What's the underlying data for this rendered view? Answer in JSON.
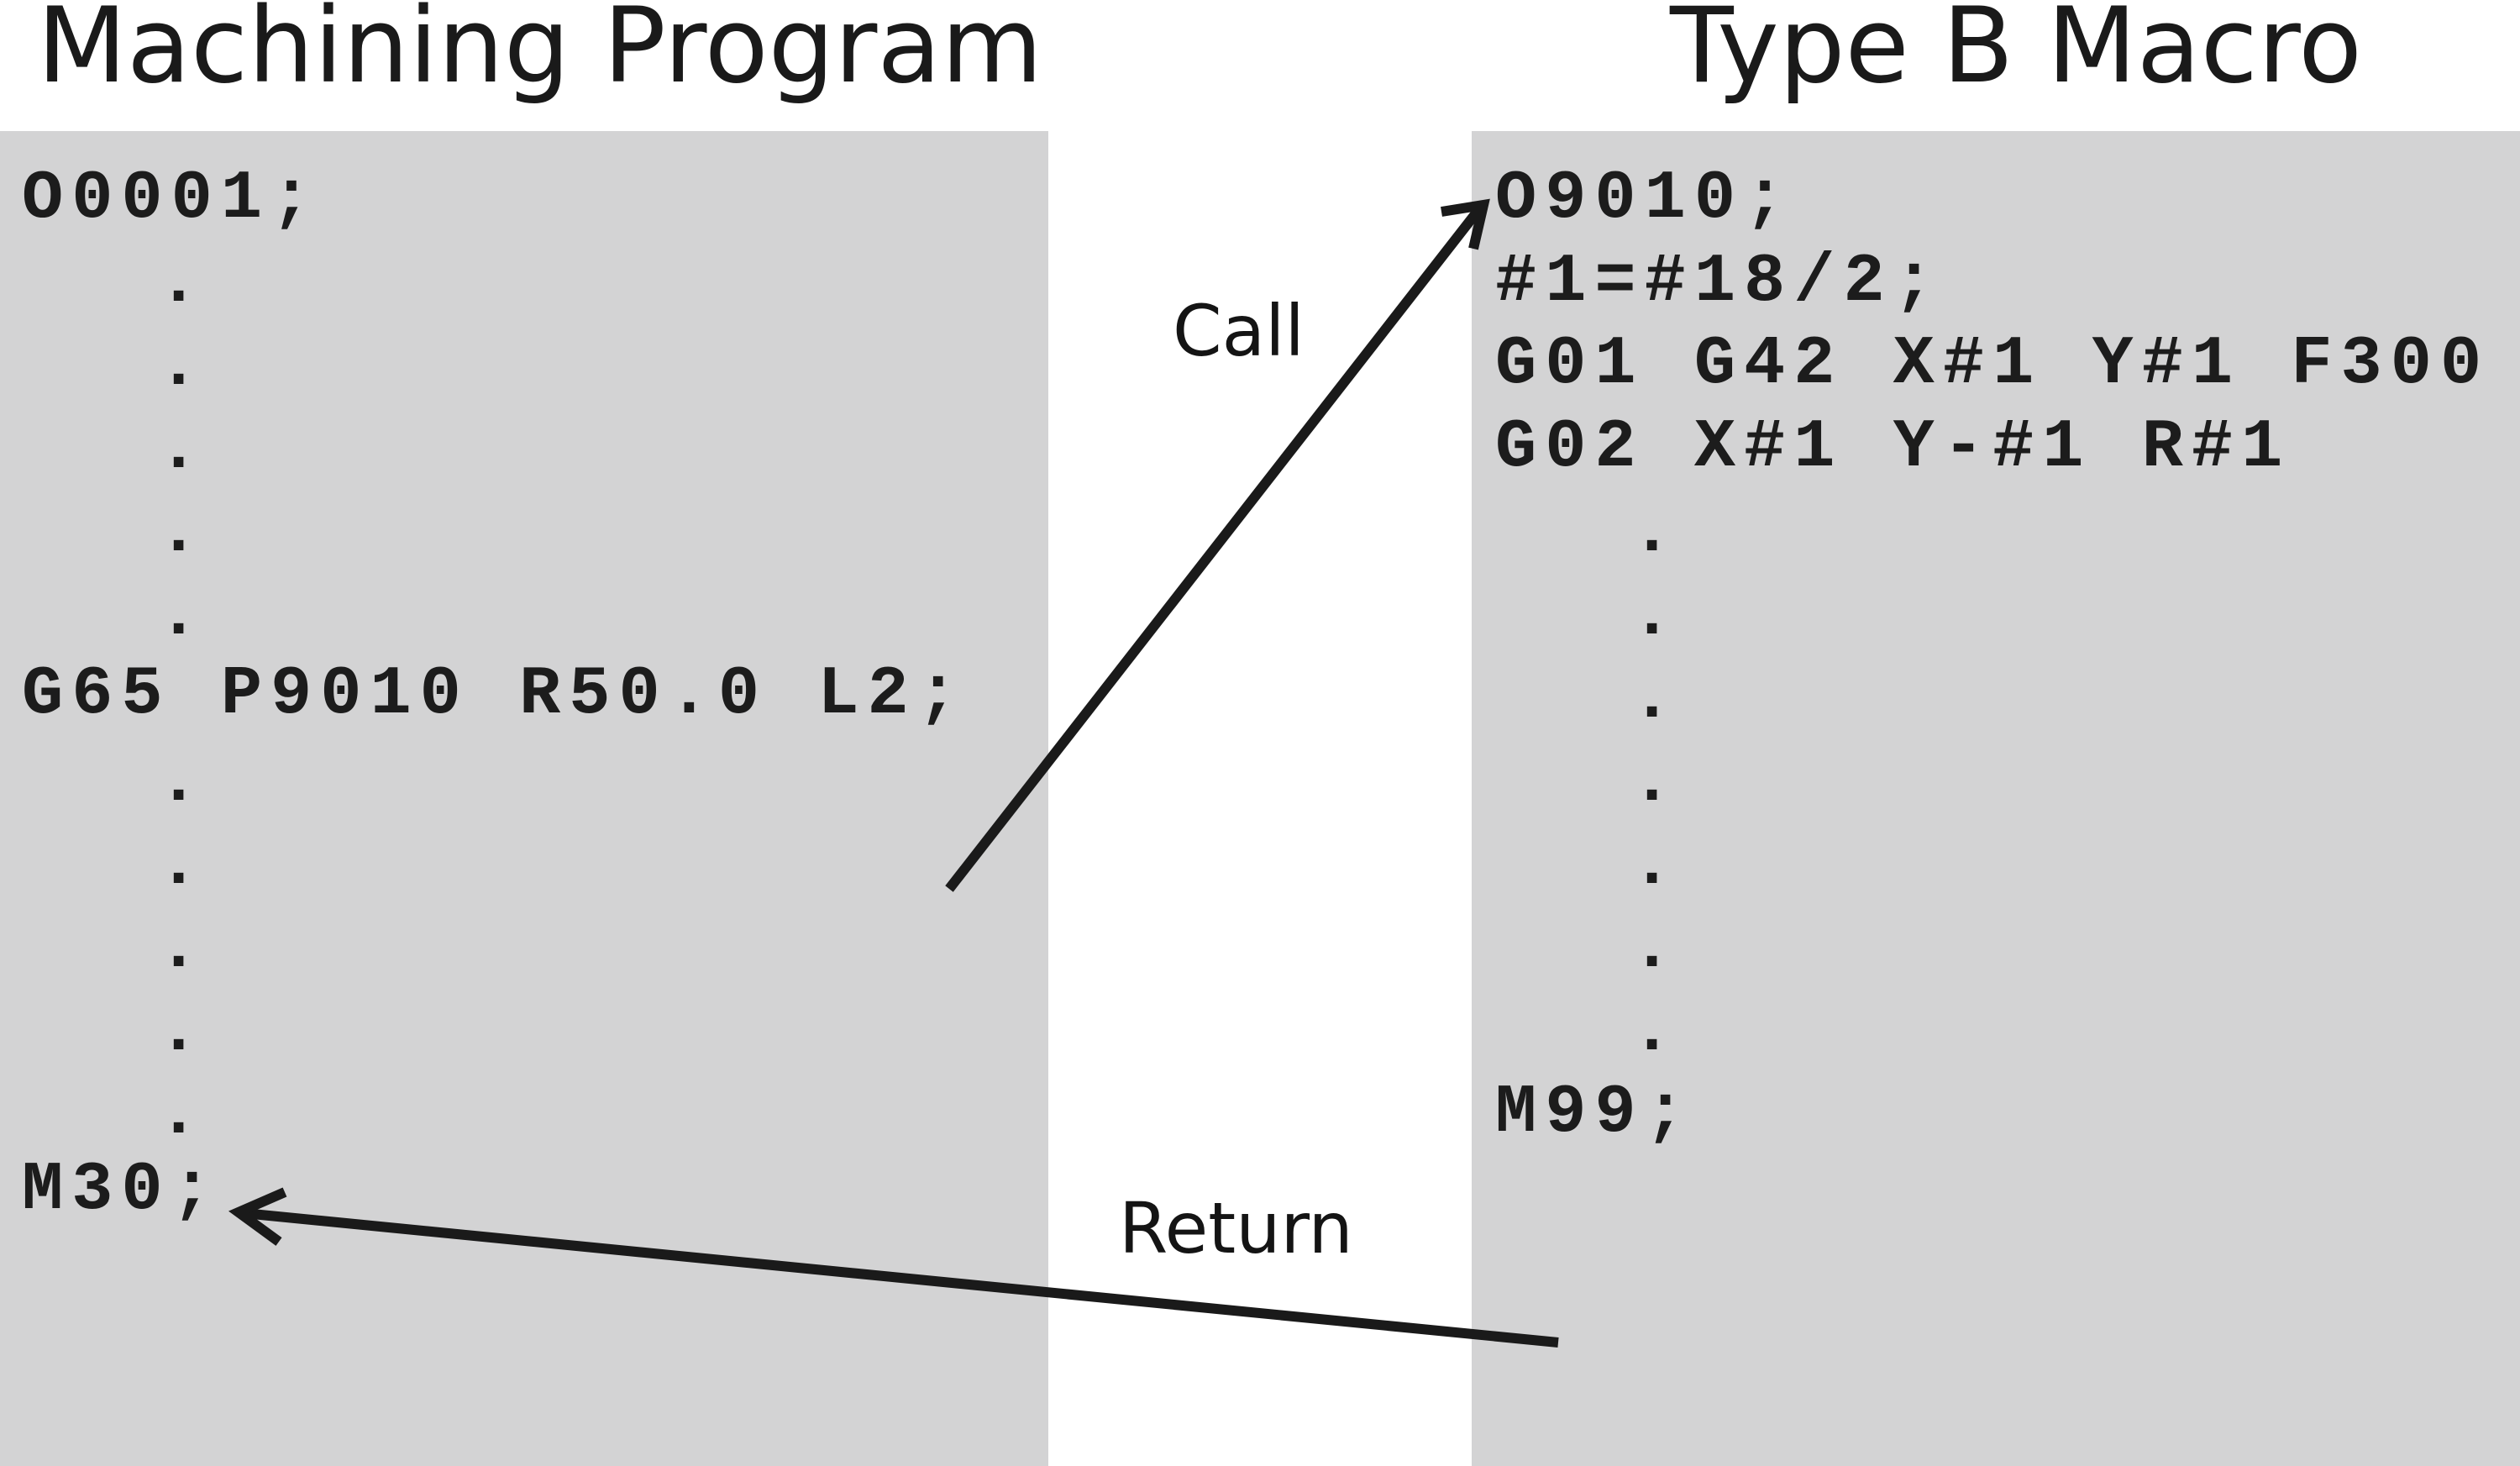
{
  "titles": {
    "left": "Machining Program",
    "right": "Type B Macro"
  },
  "machining_program": {
    "lines": [
      "O0001;",
      ".",
      ".",
      ".",
      ".",
      ".",
      "G65 P9010 R50.0 L2;",
      ".",
      ".",
      ".",
      ".",
      ".",
      "M30;"
    ]
  },
  "type_b_macro": {
    "lines": [
      "O9010;",
      "#1=#18/2;",
      "G01 G42 X#1 Y#1 F300",
      "G02 X#1 Y-#1 R#1",
      ".",
      ".",
      ".",
      ".",
      ".",
      ".",
      ".",
      "M99;"
    ]
  },
  "arrows": {
    "call_label": "Call",
    "return_label": "Return"
  },
  "colors": {
    "panel": "#d3d3d4",
    "ink": "#1a1a1a",
    "background": "#ffffff"
  }
}
